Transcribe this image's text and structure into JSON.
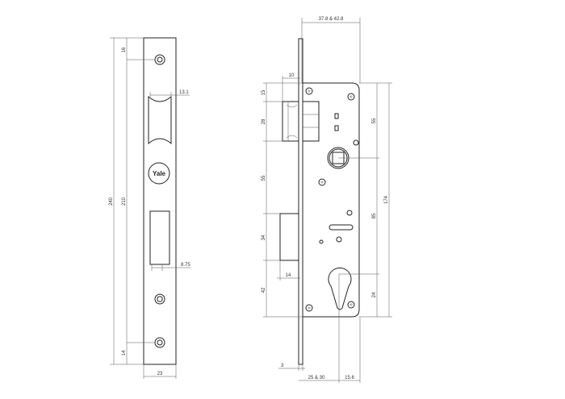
{
  "faceplate_view": {
    "logo": "Yale",
    "dims": {
      "total_height": "240",
      "hole_spacing": "210",
      "top_offset": "16",
      "bottom_offset": "14",
      "latch_opening_width": "13.1",
      "bolt_opening_width": "8.75",
      "width": "23"
    }
  },
  "side_view": {
    "dims": {
      "case_depth": "37.8 & 42.8",
      "latch_projection": "10",
      "top_to_latch": "15",
      "latch_height": "28",
      "latch_to_bolt": "55",
      "bolt_height": "34",
      "bolt_to_bottom": "42",
      "bolt_projection": "14",
      "top_to_spindle": "55",
      "spindle_to_cylinder": "85",
      "case_height": "174",
      "cylinder_to_bottom": "24",
      "faceplate_thickness": "3",
      "backset": "25 & 30",
      "cylinder_offset": "15.6"
    }
  }
}
